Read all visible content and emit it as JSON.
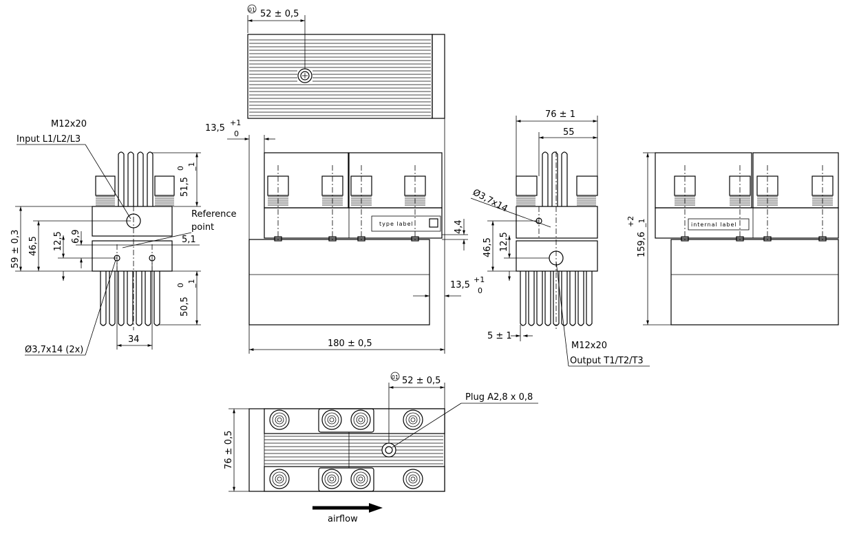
{
  "dimensions": {
    "top_52": "52 ± 0,5",
    "top_ref": "01",
    "r135_a": "13,5",
    "r135_b": "+1",
    "r135_c": "0",
    "m12_in": "M12x20",
    "input": "Input L1/L2/L3",
    "d515_a": "51,5",
    "d515_b": "0",
    "d515_c": "_1",
    "reference": "Reference",
    "point": "point",
    "d59": "59 ± 0,3",
    "d465": "46,5",
    "d125": "12,5",
    "d69": "6,9",
    "d51": "5,1",
    "d505_a": "50,5",
    "d505_b": "0",
    "d505_c": "_1",
    "d34": "34",
    "hole2x": "Ø3,7x14 (2x)",
    "d180": "180 ± 0,5",
    "d44": "4,4",
    "r135b_a": "13,5",
    "r135b_b": "+1",
    "r135b_c": "0",
    "type_label": "type label",
    "d76": "76 ± 1",
    "d55": "55",
    "hole": "Ø3,7x14",
    "side_465": "46,5",
    "side_125": "12,5",
    "d5": "5 ± 1",
    "m12_out": "M12x20",
    "output": "Output T1/T2/T3",
    "internal_label": "internal label",
    "d1596_a": "159,6",
    "d1596_b": "+2",
    "d1596_c": "_1",
    "bot_ref": "01",
    "bot_52": "52 ± 0,5",
    "plug": "Plug A2,8 x 0,8",
    "bot_76": "76 ± 0,5",
    "airflow": "airflow"
  }
}
